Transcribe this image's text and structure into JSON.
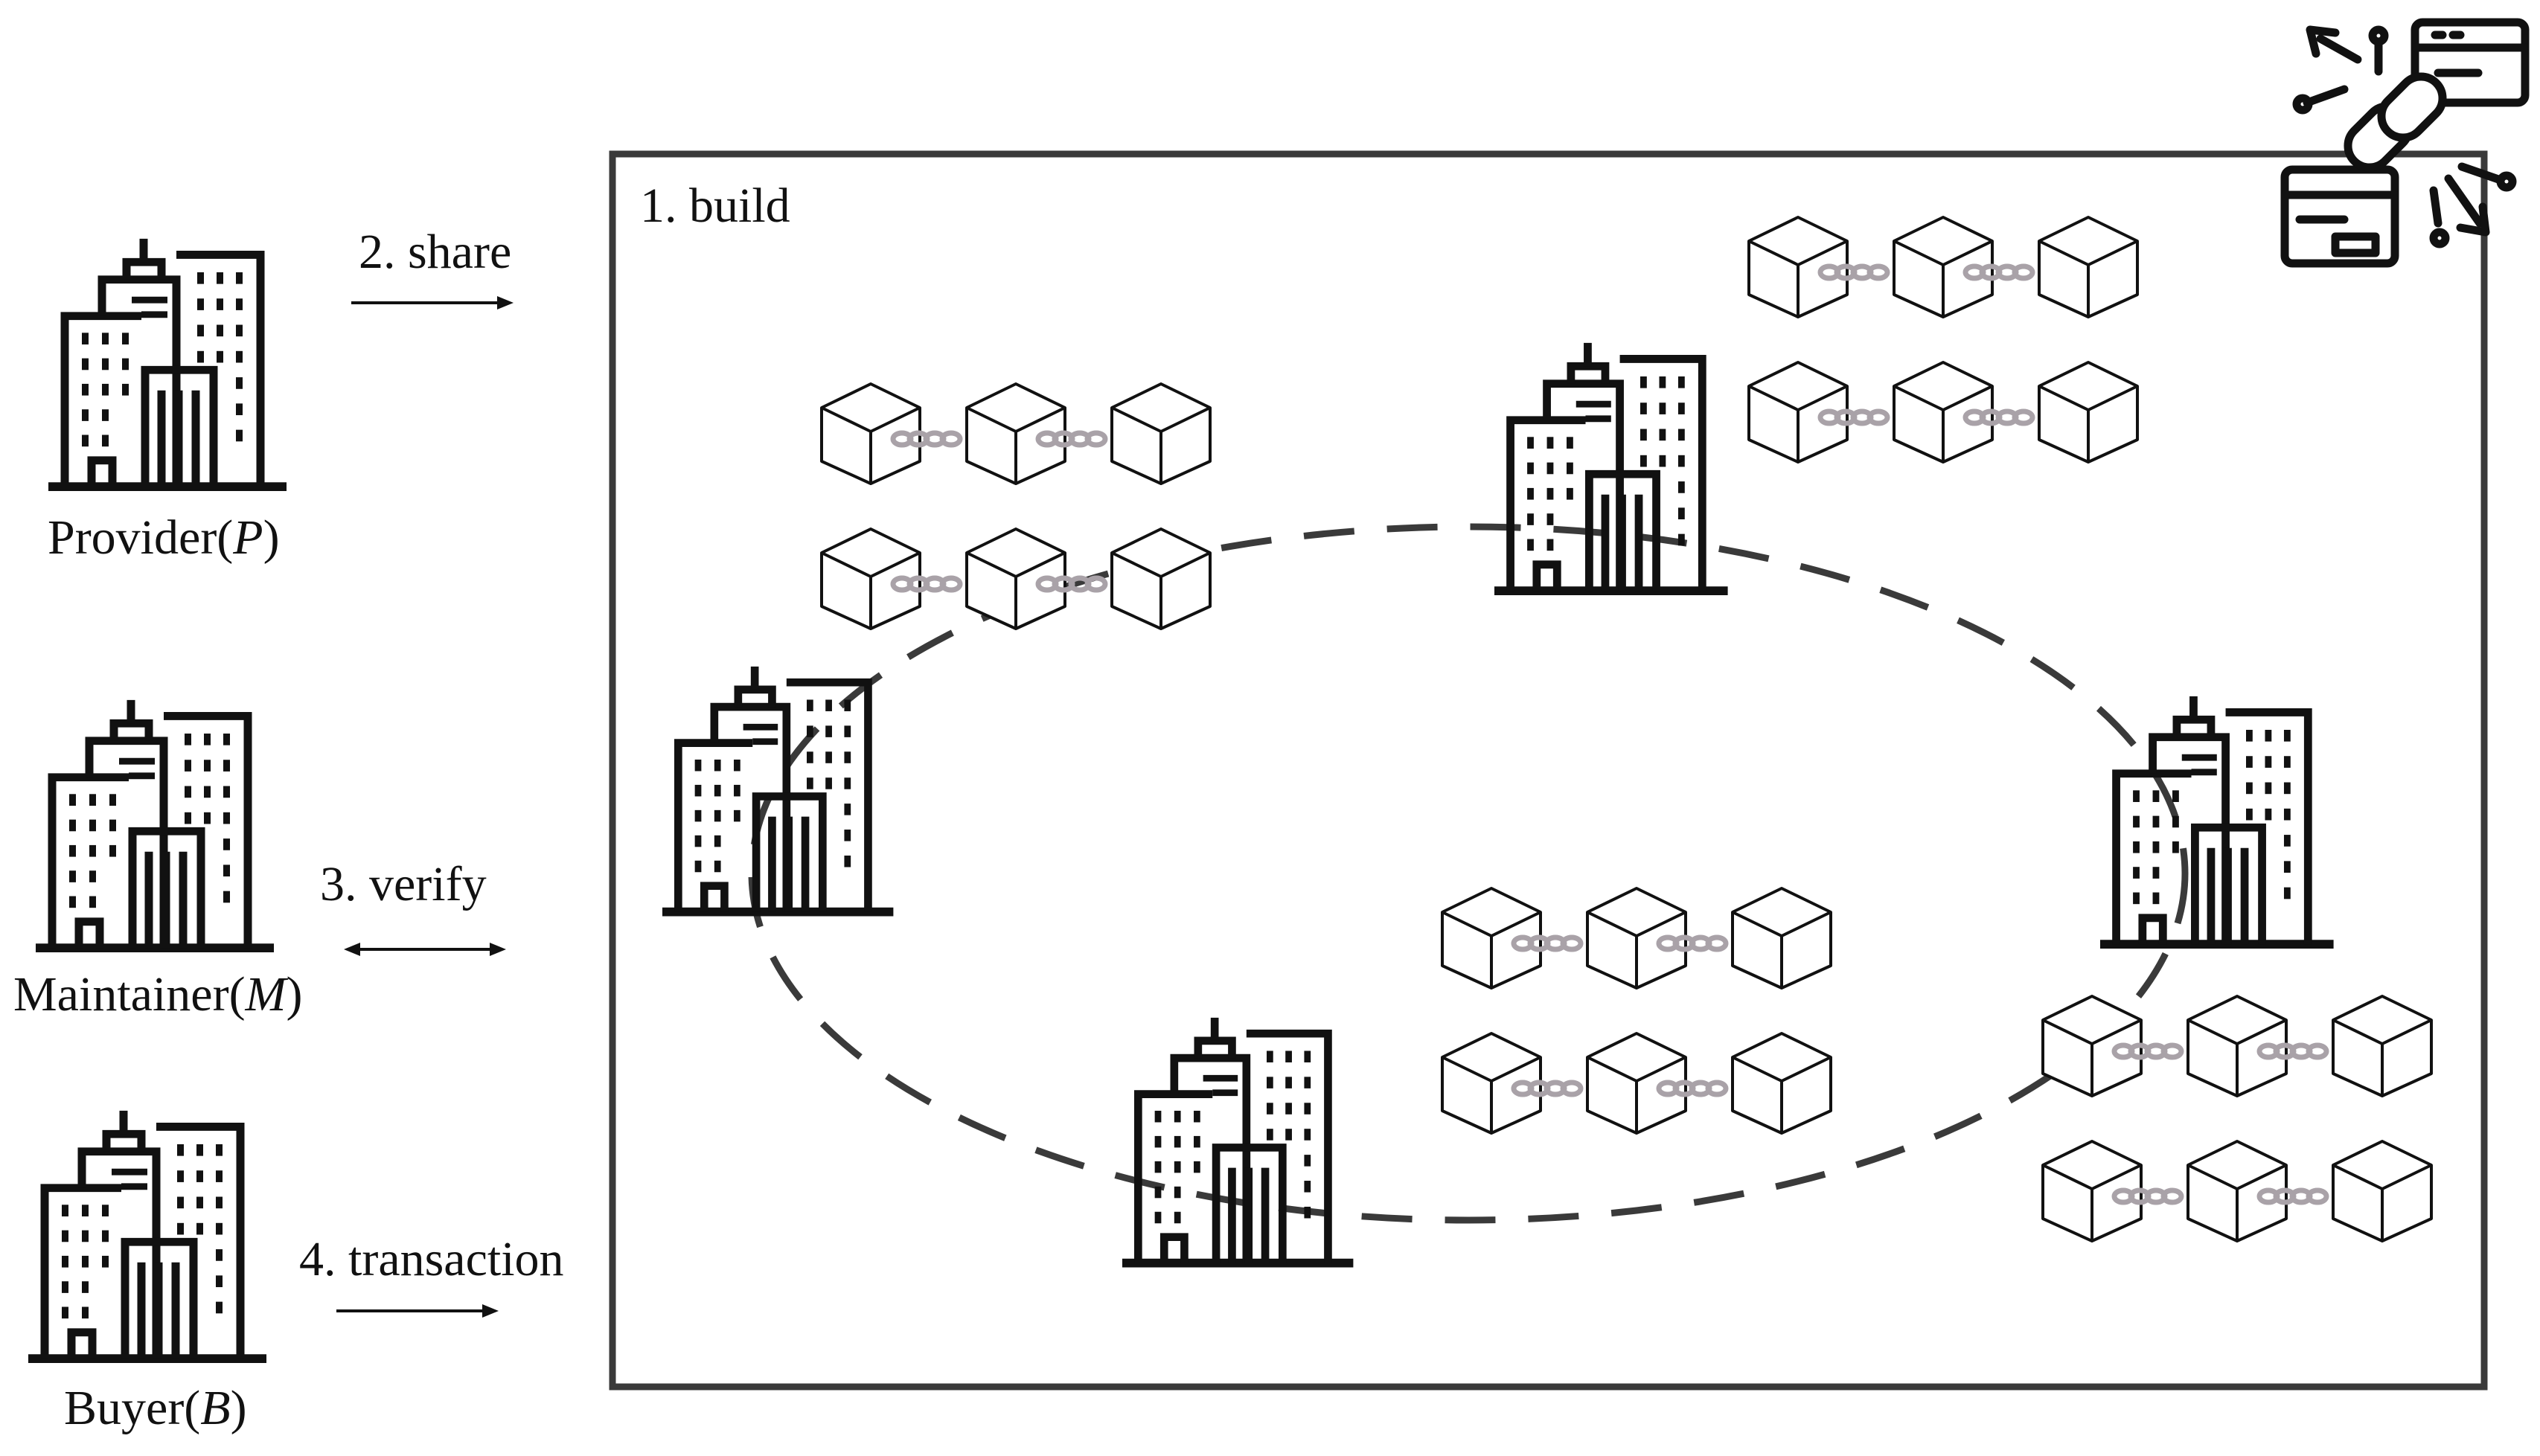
{
  "roles": [
    {
      "name": "Provider",
      "symbol": "P"
    },
    {
      "name": "Maintainer",
      "symbol": "M"
    },
    {
      "name": "Buyer",
      "symbol": "B"
    }
  ],
  "steps": {
    "build": "1. build",
    "share": "2. share",
    "verify": "3. verify",
    "transaction": "4. transaction"
  },
  "icons": {
    "building": "office-building-icon",
    "block": "block-cube-icon",
    "chain": "chain-link-icon",
    "blockchain_logo": "blockchain-network-icon"
  },
  "colors": {
    "stroke": "#111111",
    "frame": "#3a3a3a",
    "chain": "#a9a2a8"
  }
}
